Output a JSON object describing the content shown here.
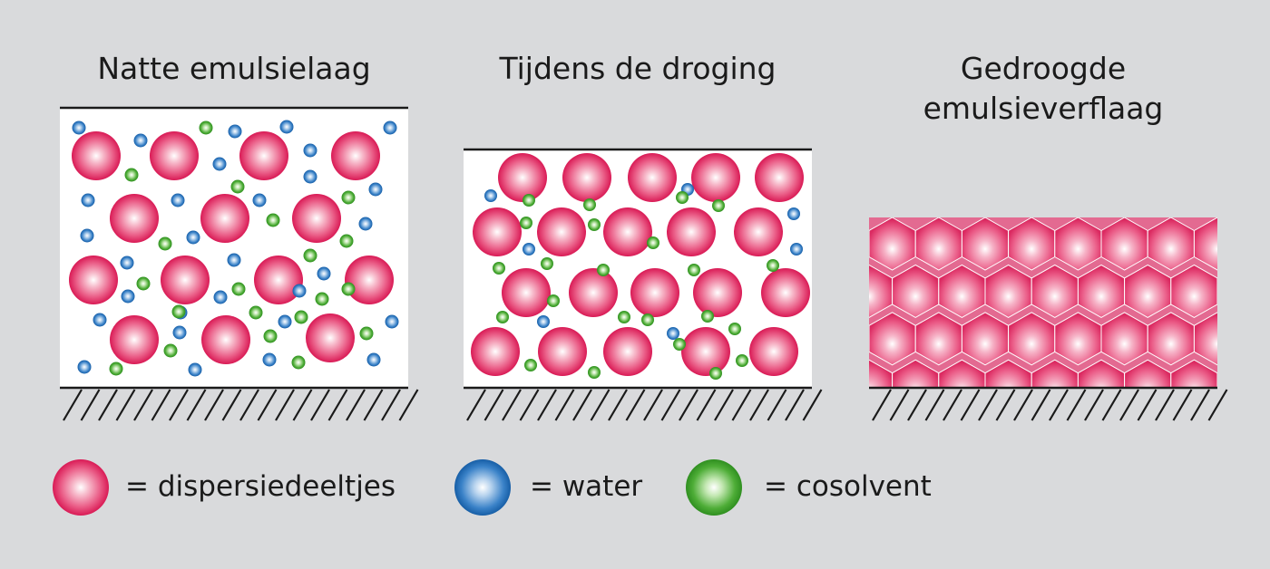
{
  "panels": [
    {
      "title": "Natte emulsielaag"
    },
    {
      "title": "Tijdens de droging"
    },
    {
      "title": "Gedroogde\nemulsieverflaag"
    }
  ],
  "legend": [
    {
      "label": "= dispersiedeeltjes",
      "icon": "pink-sphere-icon",
      "color": "#e8336b"
    },
    {
      "label": "= water",
      "icon": "blue-sphere-icon",
      "color": "#1f6fb8"
    },
    {
      "label": "= cosolvent",
      "icon": "green-sphere-icon",
      "color": "#3b9c2a"
    }
  ],
  "colors": {
    "background": "#d9dadc",
    "box": "#ffffff",
    "dispersion": "#e8336b",
    "water": "#1f6fb8",
    "cosolvent": "#3b9c2a"
  }
}
